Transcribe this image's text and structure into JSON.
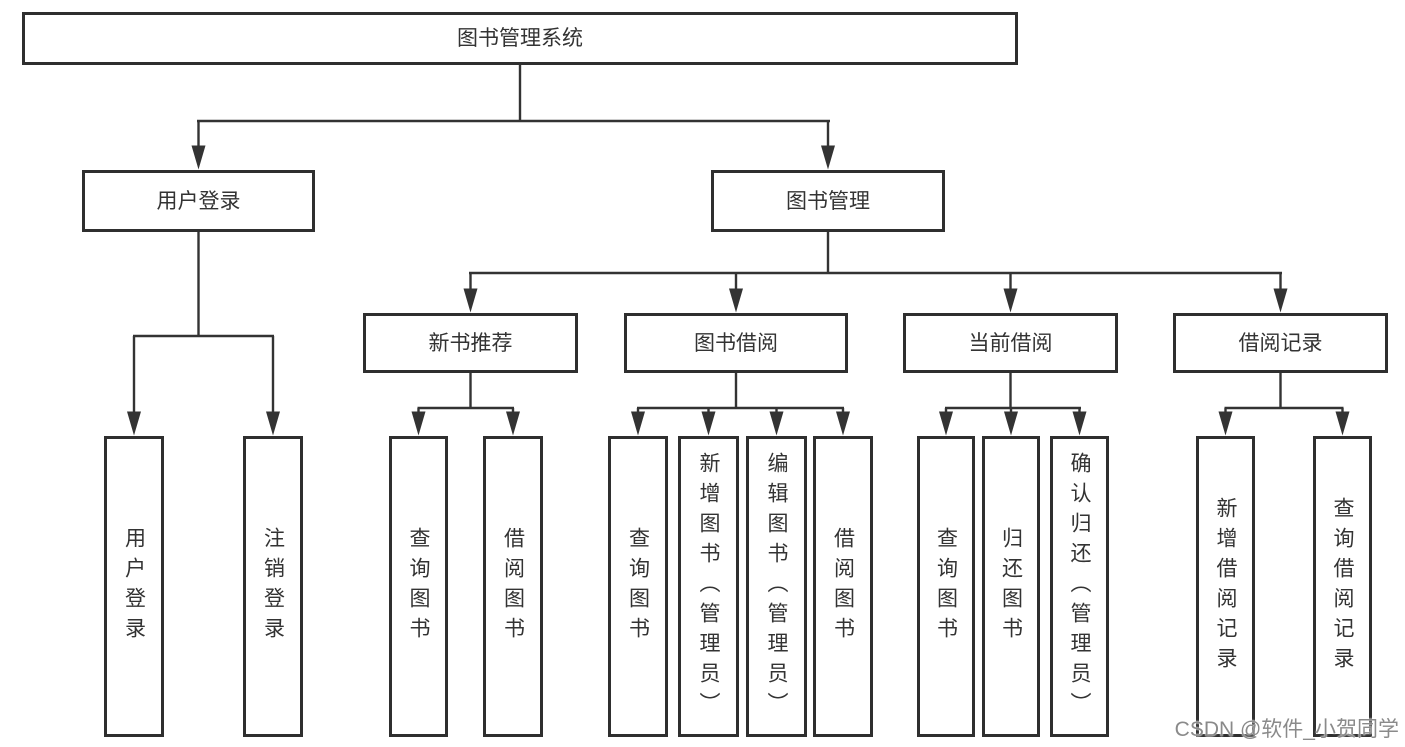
{
  "diagram_type": "hierarchy-tree",
  "colors": {
    "line": "#333333",
    "box_border": "#2f2f2f",
    "text": "#333333",
    "watermark": "#8a8a8a",
    "background": "#ffffff"
  },
  "tree": {
    "label": "图书管理系统",
    "children": [
      {
        "label": "用户登录",
        "children": [
          {
            "label": "用户登录"
          },
          {
            "label": "注销登录"
          }
        ]
      },
      {
        "label": "图书管理",
        "children": [
          {
            "label": "新书推荐",
            "children": [
              {
                "label": "查询图书"
              },
              {
                "label": "借阅图书"
              }
            ]
          },
          {
            "label": "图书借阅",
            "children": [
              {
                "label": "查询图书"
              },
              {
                "label": "新增图书（管理员）"
              },
              {
                "label": "编辑图书（管理员）"
              },
              {
                "label": "借阅图书"
              }
            ]
          },
          {
            "label": "当前借阅",
            "children": [
              {
                "label": "查询图书"
              },
              {
                "label": "归还图书"
              },
              {
                "label": "确认归还（管理员）"
              }
            ]
          },
          {
            "label": "借阅记录",
            "children": [
              {
                "label": "新增借阅记录"
              },
              {
                "label": "查询借阅记录"
              }
            ]
          }
        ]
      }
    ]
  },
  "watermark": {
    "text": "CSDN @软件_小贺同学"
  }
}
